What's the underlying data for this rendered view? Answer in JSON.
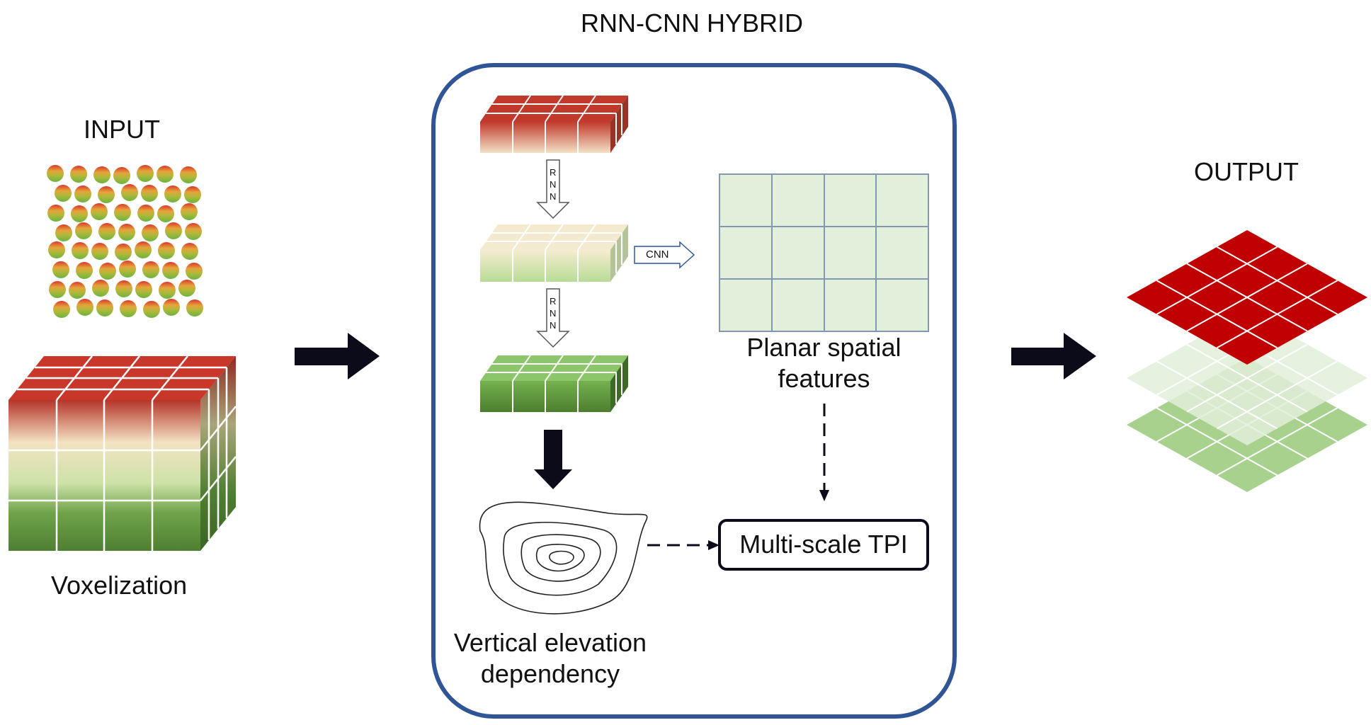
{
  "header": {
    "title": "RNN-CNN HYBRID"
  },
  "input": {
    "title": "INPUT",
    "voxel_label": "Voxelization"
  },
  "hybrid": {
    "rnn_label_1": [
      "R",
      "N",
      "N"
    ],
    "rnn_label_2": [
      "R",
      "N",
      "N"
    ],
    "cnn_label": "CNN",
    "planar_label_line1": "Planar spatial",
    "planar_label_line2": "features",
    "vertical_label_line1": "Vertical elevation",
    "vertical_label_line2": "dependency",
    "tpi_label": "Multi-scale TPI"
  },
  "output": {
    "title": "OUTPUT"
  },
  "colors": {
    "frame": "#2f5597",
    "red": "#c00000",
    "light_green": "#e2efda",
    "mid_green": "#a9d18e",
    "dark_green": "#548235",
    "arrow": "#0b0b1a"
  }
}
